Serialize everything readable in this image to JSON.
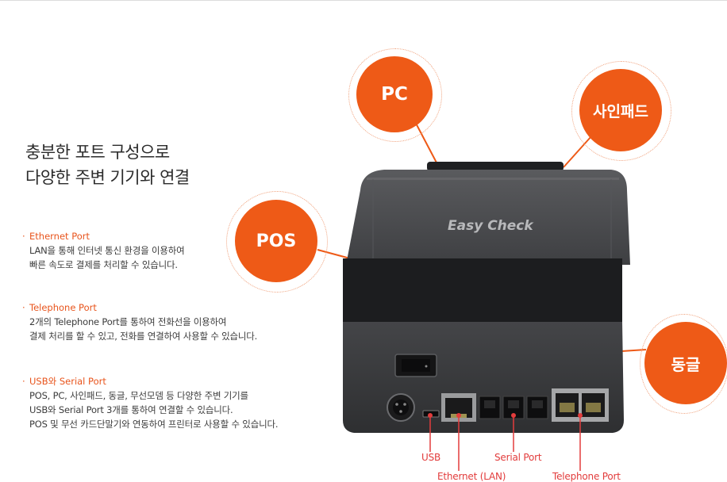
{
  "headline": {
    "line1": "충분한 포트 구성으로",
    "line2": "다양한 주변 기기와 연결"
  },
  "features": [
    {
      "title": "Ethernet Port",
      "lines": [
        "LAN을 통해 인터넷 통신 환경을 이용하여",
        "빠른 속도로 결제를 처리할 수 있습니다."
      ]
    },
    {
      "title": "Telephone Port",
      "lines": [
        "2개의 Telephone Port를 통하여 전화선을 이용하여",
        "결제 처리를 할 수 있고, 전화를 연결하여 사용할 수 있습니다."
      ]
    },
    {
      "title": "USB와 Serial Port",
      "lines": [
        "POS, PC, 사인패드, 동글, 무선모뎀 등 다양한 주변 기기를",
        "USB와  Serial Port 3개를 통하여 연결할 수 있습니다.",
        "POS 및 무선 카드단말기와 연동하여 프린터로 사용할 수 있습니다."
      ]
    }
  ],
  "bubbles": {
    "pc": "PC",
    "signpad": "사인패드",
    "pos": "POS",
    "dongle": "동글"
  },
  "printer": {
    "brand": "Easy Check"
  },
  "port_labels": {
    "usb": "USB",
    "ethernet": "Ethernet (LAN)",
    "serial": "Serial Port",
    "telephone": "Telephone Port"
  },
  "colors": {
    "accent": "#ee5a17",
    "callout": "#e23c3c",
    "printer_body": "#3a3b3d"
  }
}
